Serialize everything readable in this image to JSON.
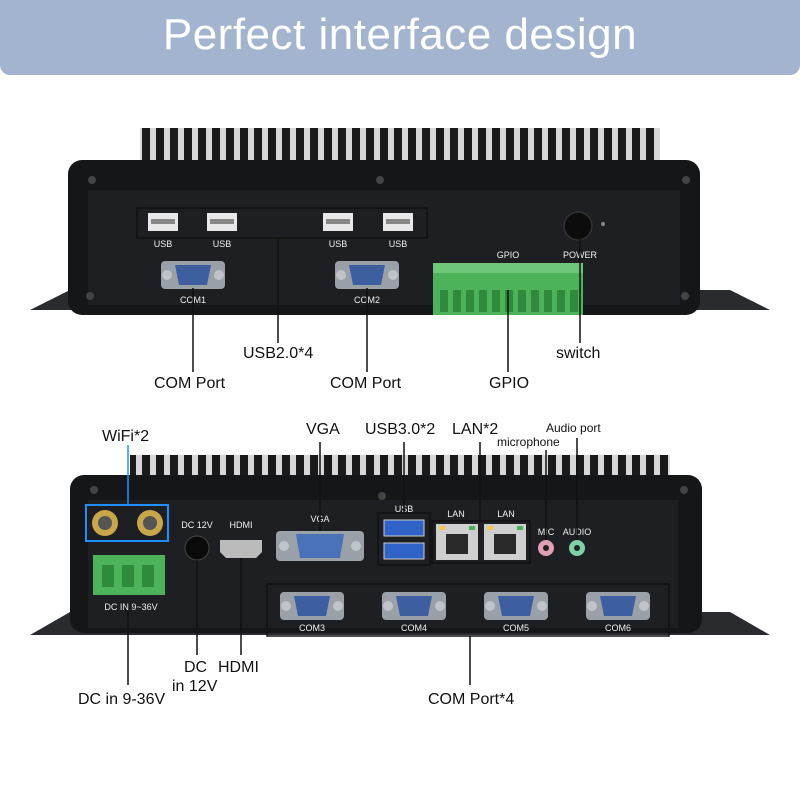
{
  "banner": {
    "title": "Perfect interface design",
    "background": "#a3b5ce"
  },
  "top_panel": {
    "silk": {
      "usb": "USB",
      "com1": "COM1",
      "com2": "COM2",
      "gpio": "GPIO",
      "power": "POWER"
    },
    "callouts": {
      "usb2": "USB2.0*4",
      "switch": "switch",
      "com_port": "COM Port",
      "com_port_2": "COM Port",
      "gpio": "GPIO"
    }
  },
  "bottom_panel": {
    "silk": {
      "dc12v": "DC 12V",
      "hdmi": "HDMI",
      "vga": "VGA",
      "usb": "USB",
      "lan": "LAN",
      "mic": "MIC",
      "audio": "AUDIO",
      "com3": "COM3",
      "com4": "COM4",
      "com5": "COM5",
      "com6": "COM6",
      "dcin": "DC IN 9~36V"
    },
    "callouts": {
      "wifi": "WiFi*2",
      "vga": "VGA",
      "usb3": "USB3.0*2",
      "lan2": "LAN*2",
      "audio_port": "Audio port",
      "microphone": "microphone",
      "dc_in_12_line1": "DC",
      "dc_in_12_line2": "in 12V",
      "hdmi": "HDMI",
      "dc_in_936": "DC in 9-36V",
      "com_port4": "COM Port*4"
    }
  },
  "colors": {
    "chassis": "#151618",
    "panel": "#1e1f22",
    "com_connector": "#3d5fa0",
    "terminal_block": "#4db35a",
    "vga_connector": "#4a72b8",
    "usb3_port": "#2f63c8",
    "wifi_frame": "#1e90ff",
    "mic_jack": "#e3a0b4",
    "audio_jack": "#7fd0a6"
  }
}
